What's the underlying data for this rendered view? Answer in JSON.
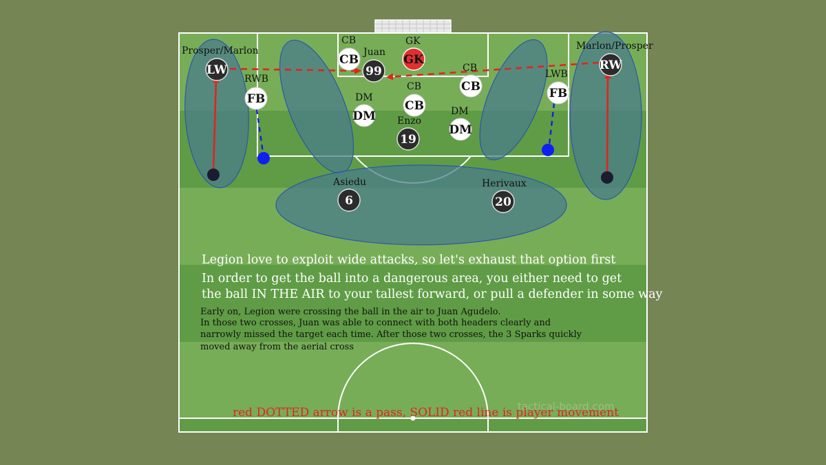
{
  "colors": {
    "background": "#758554",
    "pitch_light": "#77ad57",
    "pitch_dark": "#5f9c45",
    "zone_fill": "#4a7c8c",
    "pass_red": "#e0241f",
    "run_blue": "#1020e0"
  },
  "labels": {
    "prosper_marlon": "Prosper/Marlon",
    "marlon_prosper": "Marlon/Prosper",
    "rwb": "RWB",
    "lwb": "LWB",
    "cb_top": "CB",
    "juan": "Juan",
    "gk": "GK",
    "cb_right": "CB",
    "dm_left": "DM",
    "cb_center": "CB",
    "enzo": "Enzo",
    "dm_right": "DM",
    "asiedu": "Asiedu",
    "herivaux": "Herivaux"
  },
  "tokens": {
    "lw": "LW",
    "rw": "RW",
    "fb_left": "FB",
    "fb_right": "FB",
    "cb_top": "CB",
    "no99": "99",
    "gk": "GK",
    "cb_right": "CB",
    "dm_left": "DM",
    "cb_center": "CB",
    "no19": "19",
    "dm_right": "DM",
    "no6": "6",
    "no20": "20"
  },
  "notes": {
    "line1": "Legion love to exploit wide attacks, so let's exhaust that option first",
    "line2": "In order to get the ball into a dangerous area, you either need to get",
    "line3": "the ball IN THE AIR to your tallest forward, or pull a defender in some way",
    "small1": "Early on, Legion were crossing the ball in the air to Juan Agudelo.",
    "small2": "In those two crosses, Juan was able to connect with both headers clearly and",
    "small3": "narrowly missed the target each time. After those two crosses, the 3 Sparks quickly",
    "small4": "moved away from the aerial cross"
  },
  "legend": "red DOTTED arrow is a pass, SOLID red line is player movement",
  "watermark": "tactical-board.com"
}
